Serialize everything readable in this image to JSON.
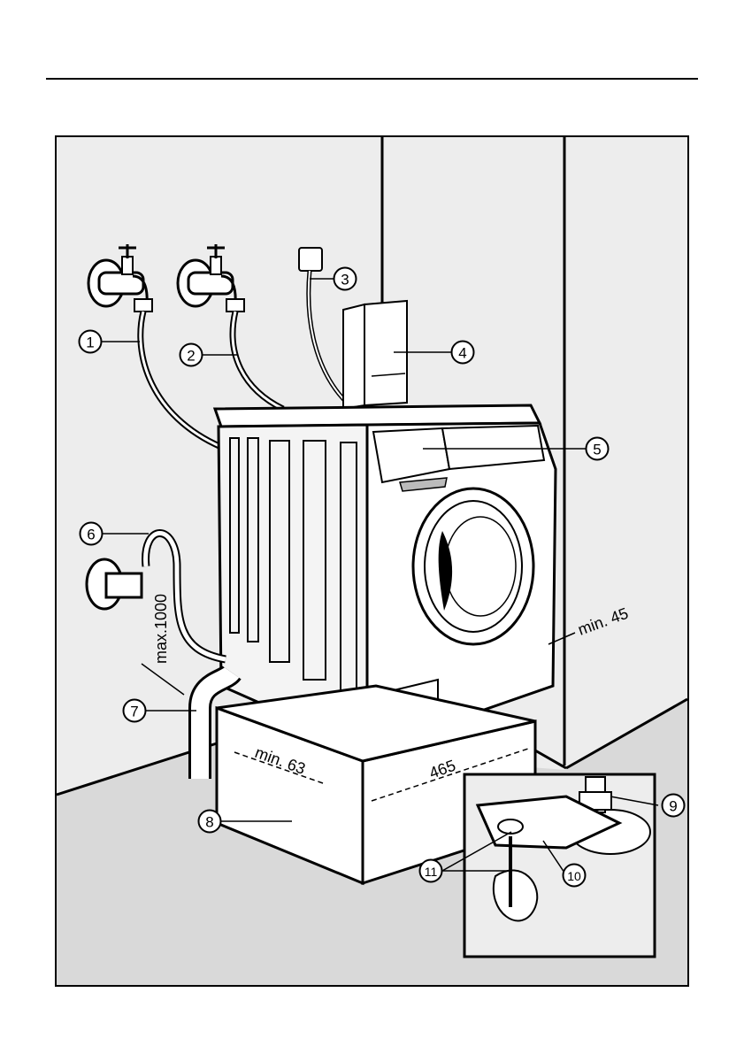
{
  "callouts": {
    "c1": "1",
    "c2": "2",
    "c3": "3",
    "c4": "4",
    "c5": "5",
    "c6": "6",
    "c7": "7",
    "c8": "8",
    "c9": "9",
    "c10": "10",
    "c11": "11"
  },
  "dimensions": {
    "max_height": "max.1000",
    "min_side": "min. 63",
    "depth": "465",
    "min_wall": "min. 45"
  }
}
